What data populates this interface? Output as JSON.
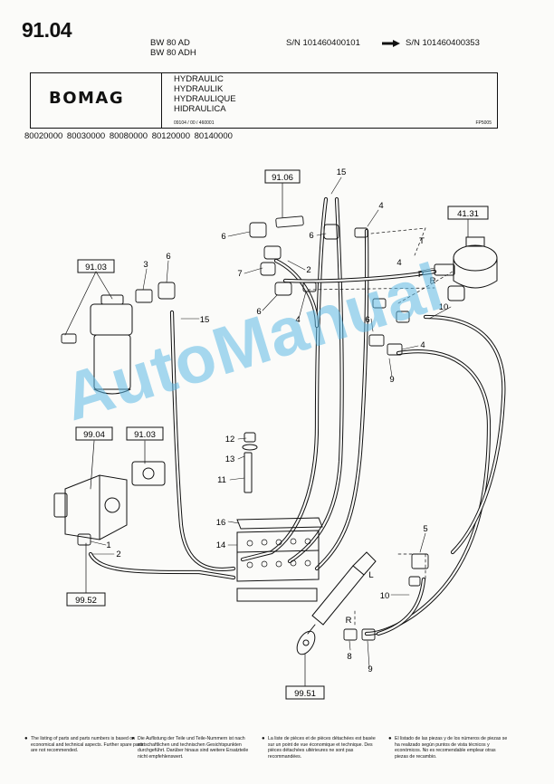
{
  "header": {
    "page_number": "91.04",
    "models": [
      "BW 80 AD",
      "BW 80 ADH"
    ],
    "serial_from": "S/N 101460400101",
    "serial_to": "S/N 101460400353",
    "brand": "BOMAG",
    "titles": [
      "HYDRAULIC",
      "HYDRAULIK",
      "HYDRAULIQUE",
      "HIDRAULICA"
    ],
    "doc_code": "09104 / 00 / 460001",
    "figure_code": "FP5005"
  },
  "machine_numbers": "80020000 80030000 80080000 80120000 80140000",
  "diagram": {
    "reference_boxes": [
      "91.06",
      "41.31",
      "91.03",
      "99.04",
      "91.03",
      "99.52",
      "99.51"
    ],
    "callouts": [
      "15",
      "4",
      "6",
      "6",
      "2",
      "7",
      "6",
      "4",
      "3",
      "6",
      "15",
      "T",
      "P",
      "R",
      "4",
      "10",
      "6",
      "4",
      "9",
      "12",
      "13",
      "11",
      "1",
      "2",
      "16",
      "14",
      "5",
      "L",
      "10",
      "R",
      "8",
      "9"
    ],
    "watermark": "AutoManual"
  },
  "footnotes": [
    "The listing of parts and parts numbers is based on economical and technical aspects. Further spare parts are not recommended.",
    "Die Auflistung der Teile und Teile-Nummern ist nach wirtschaftlichen und technischen Gesichtspunkten durchgeführt. Darüber hinaus sind weitere Ersatzteile nicht empfehlenswert.",
    "La liste de pièces et de pièces détachées est basée sur un point de vue économique et technique. Des pièces détachées ultérieures ne sont pas recommandées.",
    "El listado de las piezas y de los números de piezas se ha realizado según puntos de vista técnicos y económicos. No es recomendable emplear otras piezas de recambio."
  ]
}
